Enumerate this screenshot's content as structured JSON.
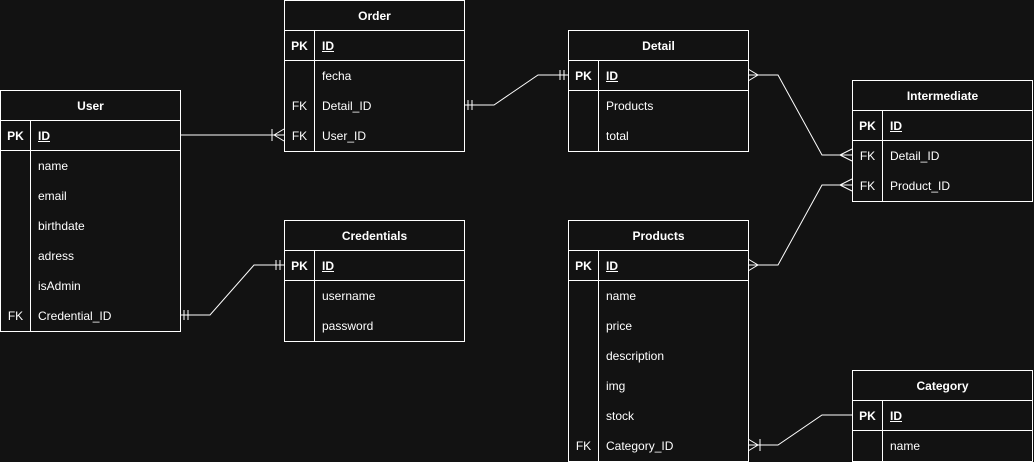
{
  "entities": {
    "user": {
      "title": "User",
      "pk": {
        "key": "PK",
        "name": "ID"
      },
      "fields": [
        {
          "key": "",
          "name": "name"
        },
        {
          "key": "",
          "name": "email"
        },
        {
          "key": "",
          "name": "birthdate"
        },
        {
          "key": "",
          "name": "adress"
        },
        {
          "key": "",
          "name": "isAdmin"
        },
        {
          "key": "FK",
          "name": "Credential_ID"
        }
      ]
    },
    "order": {
      "title": "Order",
      "pk": {
        "key": "PK",
        "name": "ID"
      },
      "fields": [
        {
          "key": "",
          "name": "fecha"
        },
        {
          "key": "FK",
          "name": "Detail_ID"
        },
        {
          "key": "FK",
          "name": "User_ID"
        }
      ]
    },
    "detail": {
      "title": "Detail",
      "pk": {
        "key": "PK",
        "name": "ID"
      },
      "fields": [
        {
          "key": "",
          "name": "Products"
        },
        {
          "key": "",
          "name": "total"
        }
      ]
    },
    "intermediate": {
      "title": "Intermediate",
      "pk": {
        "key": "PK",
        "name": "ID"
      },
      "fields": [
        {
          "key": "FK",
          "name": "Detail_ID"
        },
        {
          "key": "FK",
          "name": "Product_ID"
        }
      ]
    },
    "credentials": {
      "title": "Credentials",
      "pk": {
        "key": "PK",
        "name": "ID"
      },
      "fields": [
        {
          "key": "",
          "name": "username"
        },
        {
          "key": "",
          "name": "password"
        }
      ]
    },
    "products": {
      "title": "Products",
      "pk": {
        "key": "PK",
        "name": "ID"
      },
      "fields": [
        {
          "key": "",
          "name": "name"
        },
        {
          "key": "",
          "name": "price"
        },
        {
          "key": "",
          "name": "description"
        },
        {
          "key": "",
          "name": "img"
        },
        {
          "key": "",
          "name": "stock"
        },
        {
          "key": "FK",
          "name": "Category_ID"
        }
      ]
    },
    "category": {
      "title": "Category",
      "pk": {
        "key": "PK",
        "name": "ID"
      },
      "fields": [
        {
          "key": "",
          "name": "name"
        }
      ]
    }
  },
  "colors": {
    "background": "#121212",
    "stroke": "#ffffff",
    "text": "#ffffff"
  }
}
